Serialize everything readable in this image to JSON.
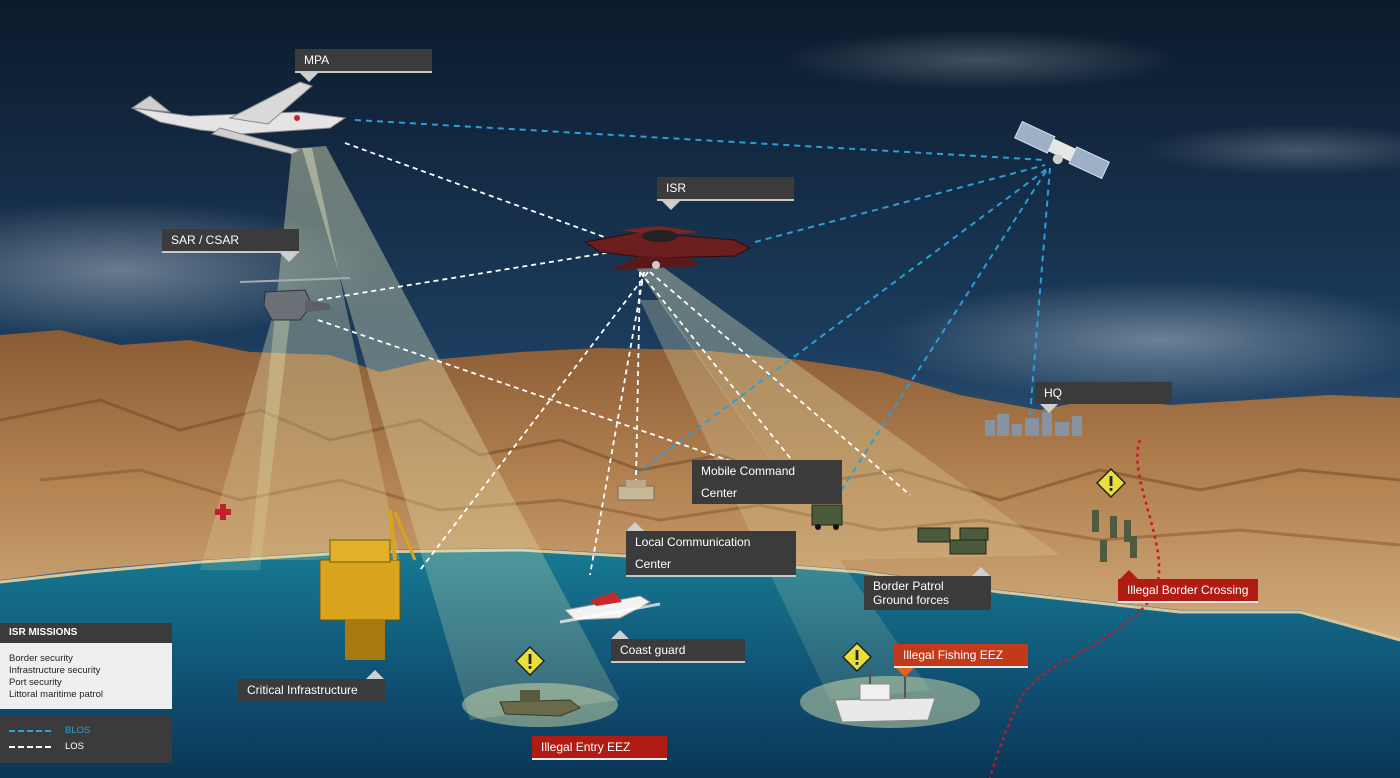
{
  "labels": {
    "mpa": "MPA",
    "isr": "ISR",
    "sar": "SAR / CSAR",
    "hq": "HQ",
    "mobile_command": "Mobile Command Center",
    "local_comm": "Local Communication Center",
    "border_patrol_1": "Border Patrol",
    "border_patrol_2": "Ground forces",
    "coast_guard": "Coast guard",
    "critical_infra": "Critical Infrastructure"
  },
  "alerts": {
    "border_crossing": "Illegal Border Crossing",
    "fishing": "Illegal Fishing EEZ",
    "entry": "Illegal Entry EEZ"
  },
  "legend": {
    "title": "ISR MISSIONS",
    "missions": [
      "Border security",
      "Infrastructure security",
      "Port security",
      "Littoral maritime patrol"
    ],
    "blos": "BLOS",
    "los": "LOS"
  },
  "colors": {
    "blos_line": "#2a9fd8",
    "los_line": "#ffffff",
    "label_bg": "#3b3b3b",
    "alert_red": "#b01c14",
    "alert_orange": "#e0631e",
    "warning_yellow": "#e8e03a"
  },
  "icons": {
    "warning": "warning-icon",
    "medical": "medical-cross-icon"
  }
}
